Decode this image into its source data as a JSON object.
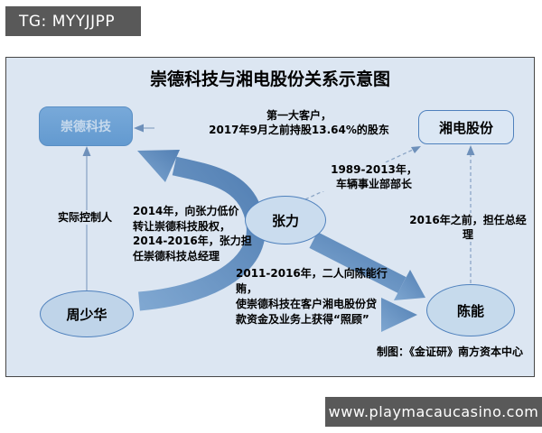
{
  "header": {
    "tg_label": "TG: MYYJJPP"
  },
  "footer": {
    "url": "www.playmacaucasino.com"
  },
  "diagram": {
    "title": "崇德科技与湘电股份关系示意图",
    "credit": "制图：《金证研》南方资本中心",
    "nodes": {
      "chongde": {
        "label": "崇德科技"
      },
      "xiangdian": {
        "label": "湘电股份"
      },
      "zhangli": {
        "label": "张力"
      },
      "zhoushaohua": {
        "label": "周少华"
      },
      "chenneng": {
        "label": "陈能"
      }
    },
    "edges": {
      "xiangdian_to_chongde": {
        "label": "第一大客户，\n2017年9月之前持股13.64%的股东",
        "style": "solid-thin-arrow"
      },
      "zhangli_to_xiangdian": {
        "label": "1989-2013年，\n车辆事业部部长",
        "style": "dashed-thin-arrow"
      },
      "zhou_to_chongde": {
        "label": "实际控制人",
        "style": "solid-thin-arrow"
      },
      "zhou_to_chongde_curved": {
        "label": "2014年，向张力低价\n转让崇德科技股权，\n2014-2016年，张力担\n任崇德科技总经理",
        "style": "thick-curved-arrow"
      },
      "chen_to_xiangdian": {
        "label": "2016年之前，担任总经理",
        "style": "dashed-thin-arrow"
      },
      "zhou_zhangli_to_chen": {
        "label": "2011-2016年，二人向陈能行贿，\n使崇德科技在客户湘电股份贷\n款资金及业务上获得“照顾”",
        "style": "thick-straight-arrows"
      }
    },
    "colors": {
      "panel_background": "#dce6f2",
      "accent_blue": "#4f81bd",
      "thick_arrow_blue": "#6493c4",
      "overlay_bar_gray": "#595959"
    }
  }
}
